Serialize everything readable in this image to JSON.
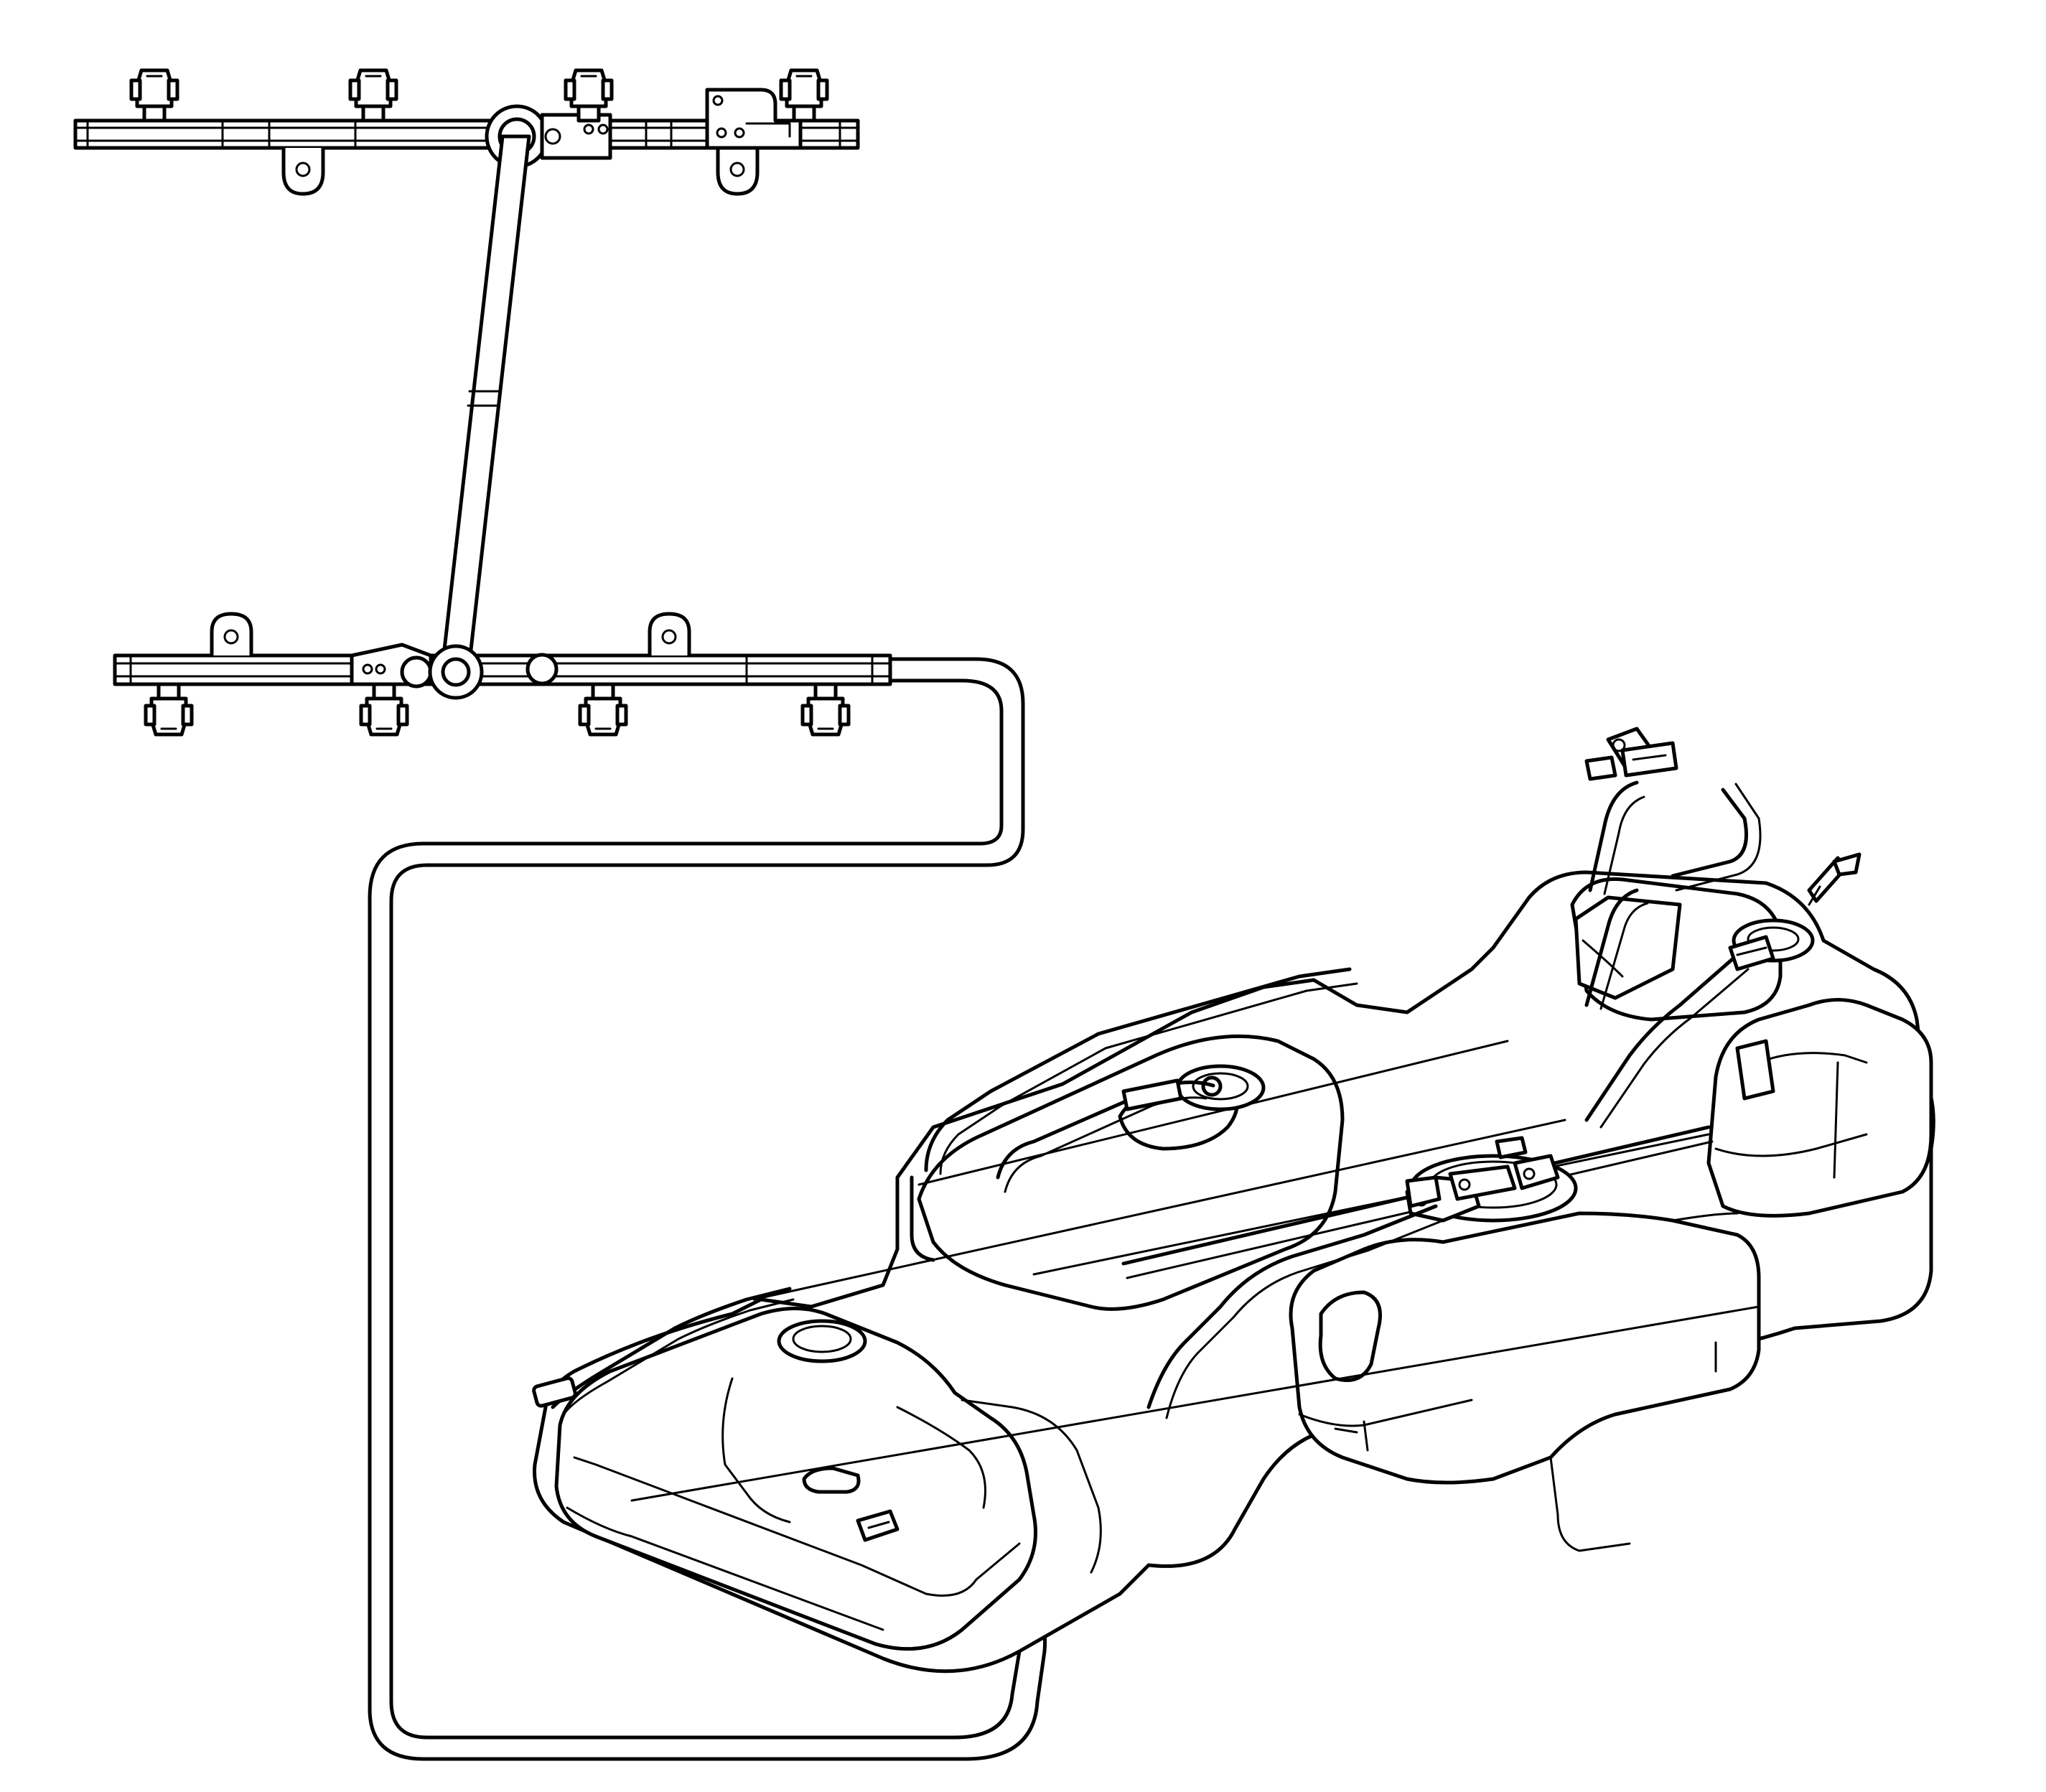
{
  "diagram": {
    "labels": [],
    "components": [
      {
        "name": "fuel-rail-upper",
        "type": "fuel rail",
        "injectors": 4,
        "mounting-tabs": 2
      },
      {
        "name": "fuel-rail-crossover-tube",
        "type": "crossover tube"
      },
      {
        "name": "fuel-rail-lower",
        "type": "fuel rail",
        "injectors": 4,
        "mounting-tabs": 2
      },
      {
        "name": "fuel-supply-line",
        "type": "fuel line"
      },
      {
        "name": "fuel-tank",
        "type": "fuel tank"
      },
      {
        "name": "fuel-pump-module",
        "type": "pump module"
      },
      {
        "name": "vent-line-connector",
        "type": "quick connector"
      },
      {
        "name": "filler-neck-fitting",
        "type": "fitting"
      }
    ],
    "colors": {
      "line": "#000000",
      "background": "#ffffff"
    }
  }
}
